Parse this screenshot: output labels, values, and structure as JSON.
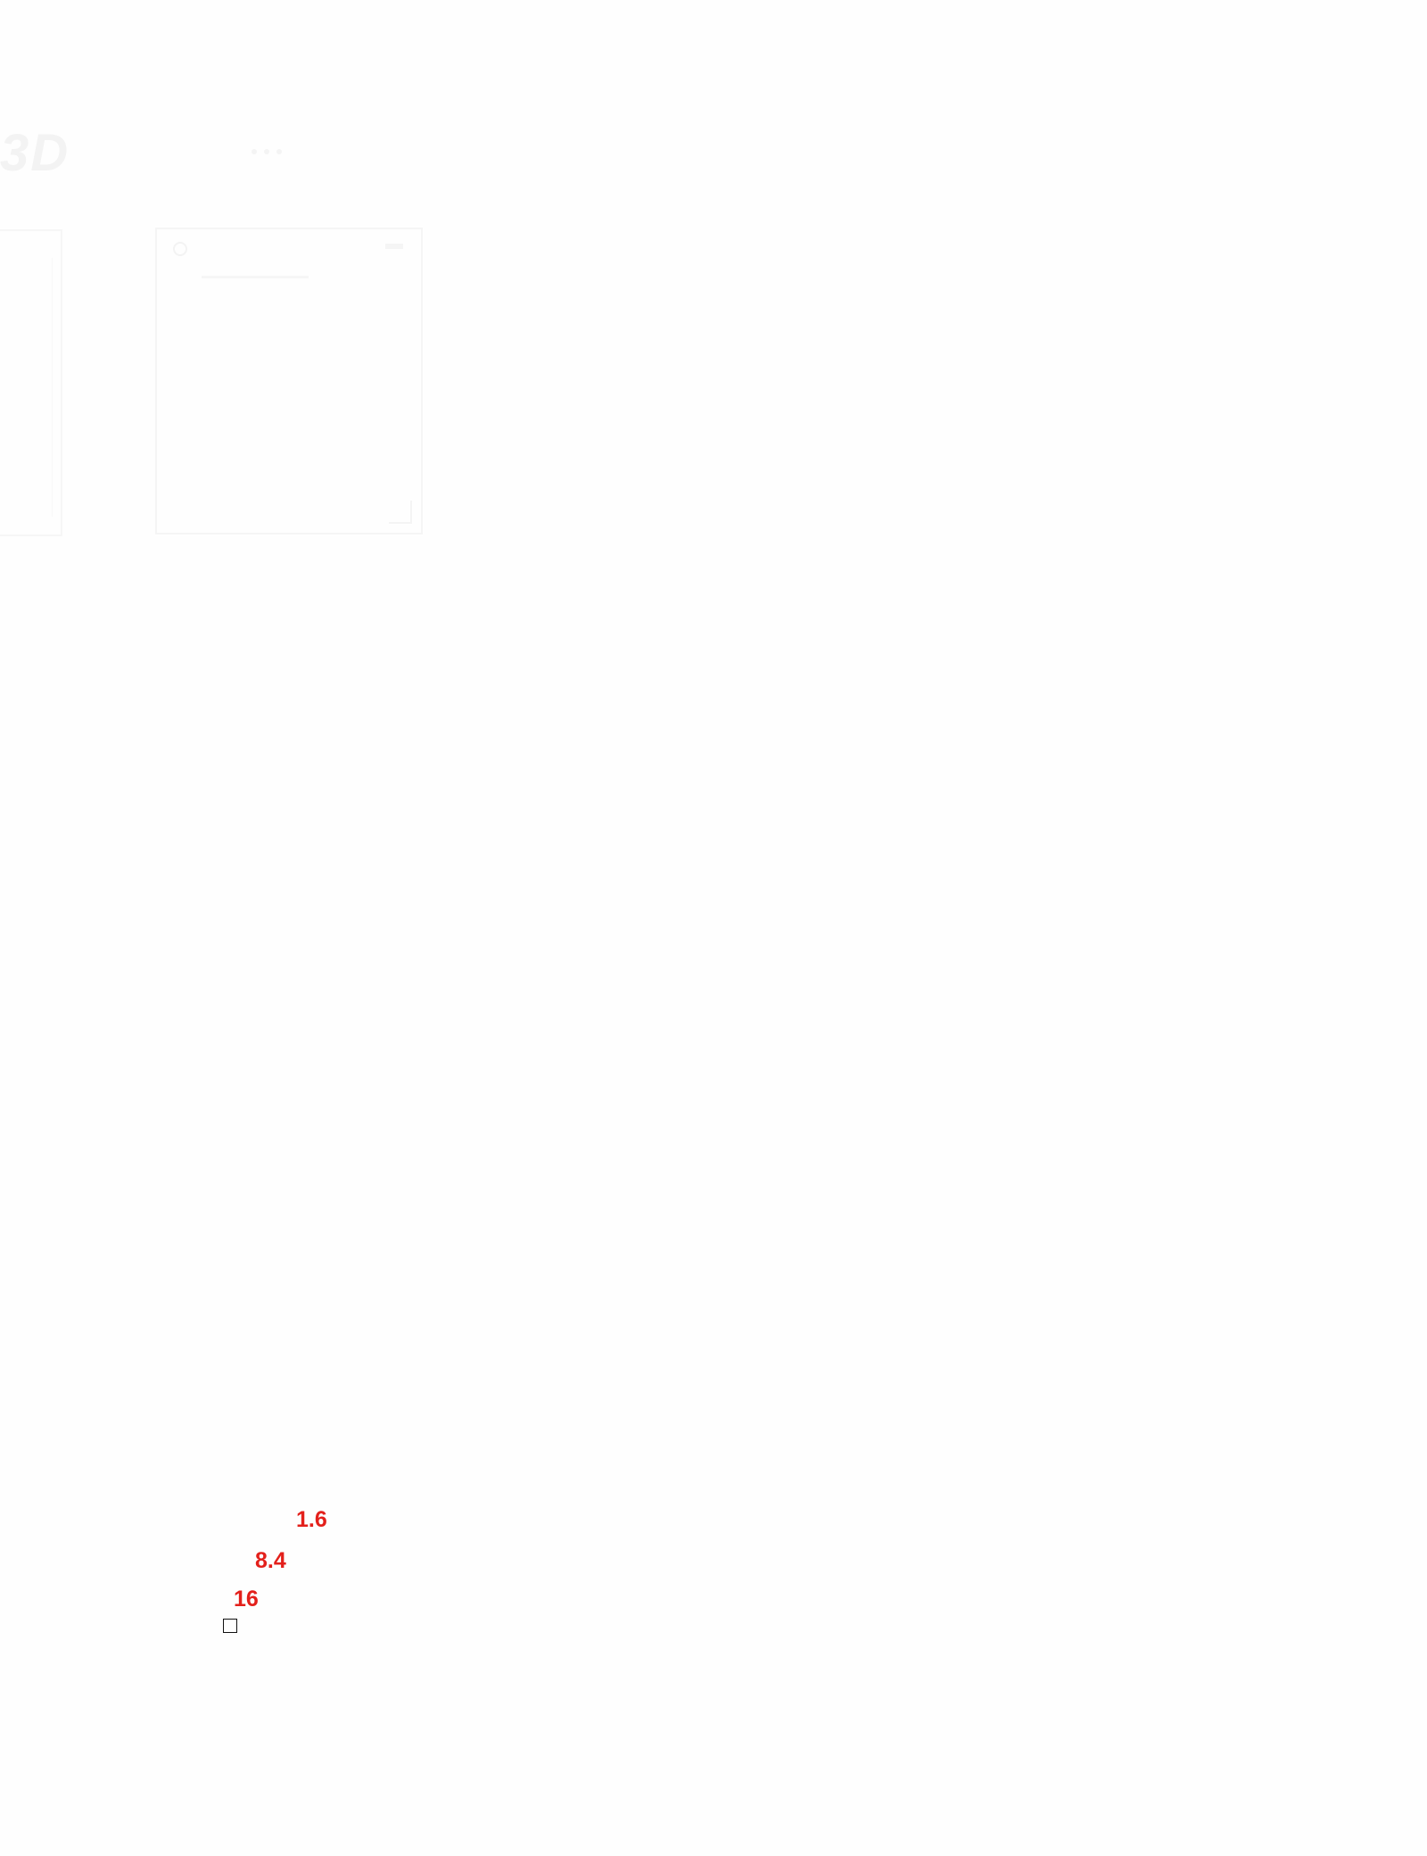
{
  "header": {
    "ghost_heading": "3D"
  },
  "measurements": {
    "value_1": "1.6",
    "value_2": "8.4",
    "value_3": "16"
  },
  "checkbox": {
    "checked": false
  },
  "colors": {
    "measure_text": "#e3201b",
    "background": "#fefefe"
  }
}
